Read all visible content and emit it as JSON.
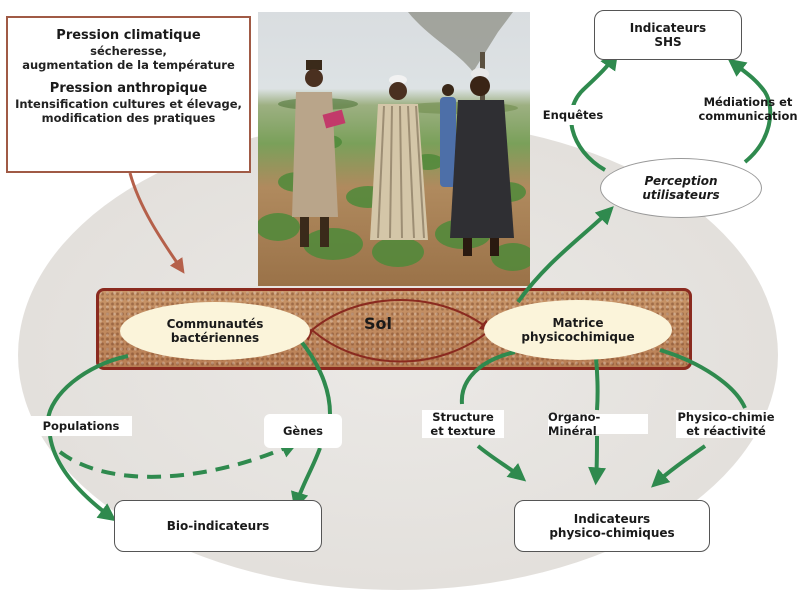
{
  "pressures": {
    "climate_title": "Pression climatique",
    "climate_line1": "sécheresse,",
    "climate_line2": "augmentation de la température",
    "anthropic_title": "Pression anthropique",
    "anthropic_line1": "Intensification cultures et élevage,",
    "anthropic_line2": "modification des pratiques"
  },
  "soil": {
    "center_label": "Sol",
    "bacterial_line1": "Communautés",
    "bacterial_line2": "bactériennes",
    "matrix_line1": "Matrice",
    "matrix_line2": "physicochimique"
  },
  "top_right": {
    "indicators_line1": "Indicateurs",
    "indicators_line2": "SHS",
    "surveys": "Enquêtes",
    "mediation_line1": "Médiations et",
    "mediation_line2": "communication",
    "perception_line1": "Perception",
    "perception_line2": "utilisateurs"
  },
  "bottom_left": {
    "populations": "Populations",
    "genes": "Gènes",
    "bio_indicators": "Bio-indicateurs"
  },
  "bottom_right": {
    "structure_line1": "Structure",
    "structure_line2": "et texture",
    "organo": "Organo-Minéral",
    "physico_line1": "Physico-chimie",
    "physico_line2": "et réactivité",
    "indicators_line1": "Indicateurs",
    "indicators_line2": "physico-chimiques"
  },
  "colors": {
    "arrow_green": "#2f8a4e",
    "pressure_arrow": "#b5604a",
    "soil_border": "#8a2a1f",
    "ellipse_fill": "#fbf4da"
  }
}
